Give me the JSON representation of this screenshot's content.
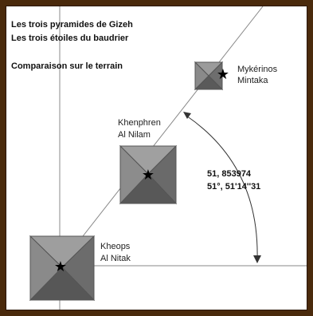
{
  "heading": {
    "line1": "Les trois pyramides de Gizeh",
    "line2": "Les trois étoiles du baudrier",
    "line3": "Comparaison sur le terrain"
  },
  "pyramids": [
    {
      "name": "Mykérinos",
      "star": "Mintaka"
    },
    {
      "name": "Khenphren",
      "star": "Al Nilam"
    },
    {
      "name": "Kheops",
      "star": "Al Nitak"
    }
  ],
  "angle": {
    "decimal": "51, 853974",
    "dms": "51°, 51'14''31"
  },
  "colors": {
    "frame": "#4a2a0c",
    "pyramid_light": "#9a9a9a",
    "pyramid_mid": "#7a7a7a",
    "pyramid_dark": "#555555",
    "lines": "#888888"
  }
}
